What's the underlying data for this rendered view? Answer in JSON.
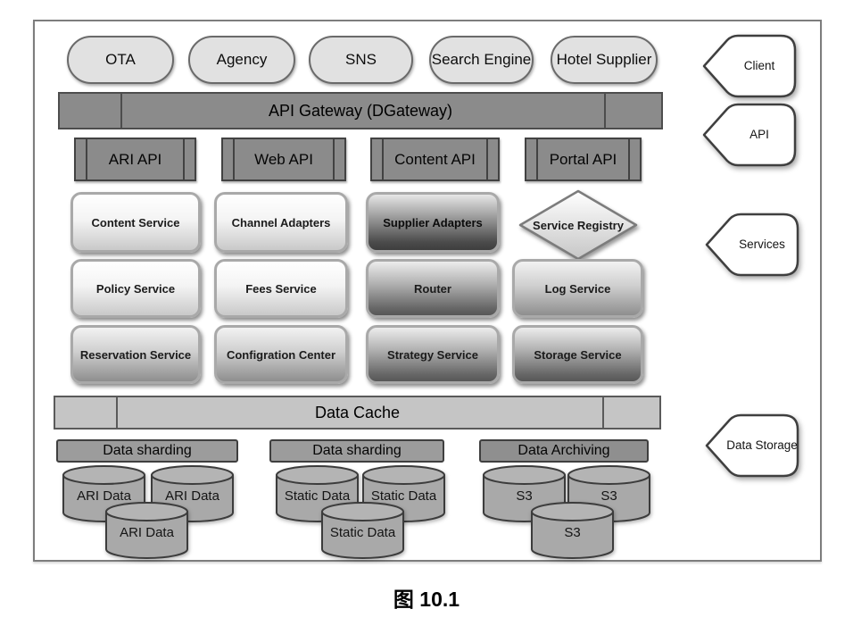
{
  "palette": {
    "pill_fill": "#e1e1e1",
    "node_dark_fill": "#8b8b8b",
    "cache_fill": "#c5c5c5",
    "header_fill": "#9c9c9c",
    "cylinder_fill": "#a9a9a9"
  },
  "clients": [
    {
      "label": "OTA"
    },
    {
      "label": "Agency"
    },
    {
      "label": "SNS"
    },
    {
      "label": "Search Engine"
    },
    {
      "label": "Hotel Supplier"
    }
  ],
  "gateway": {
    "label": "API Gateway (DGateway)"
  },
  "apis": [
    {
      "label": "ARI API"
    },
    {
      "label": "Web API"
    },
    {
      "label": "Content API"
    },
    {
      "label": "Portal API"
    }
  ],
  "services": {
    "registry_label": "Service Registry",
    "boxes": [
      {
        "label": "Content Service"
      },
      {
        "label": "Channel Adapters"
      },
      {
        "label": "Supplier Adapters"
      },
      {
        "label": "Policy Service"
      },
      {
        "label": "Fees Service"
      },
      {
        "label": "Router"
      },
      {
        "label": "Log Service"
      },
      {
        "label": "Reservation Service"
      },
      {
        "label": "Configration Center"
      },
      {
        "label": "Strategy Service"
      },
      {
        "label": "Storage Service"
      }
    ]
  },
  "cache": {
    "label": "Data Cache"
  },
  "storage": {
    "groups": [
      {
        "header": "Data sharding",
        "cylinders": [
          "ARI Data",
          "ARI Data",
          "ARI Data"
        ]
      },
      {
        "header": "Data sharding",
        "cylinders": [
          "Static Data",
          "Static Data",
          "Static Data"
        ]
      },
      {
        "header": "Data Archiving",
        "cylinders": [
          "S3",
          "S3",
          "S3"
        ]
      }
    ]
  },
  "side_labels": [
    {
      "label": "Client"
    },
    {
      "label": "API"
    },
    {
      "label": "Services"
    },
    {
      "label": "Data Storage"
    }
  ],
  "caption": "图 10.1"
}
